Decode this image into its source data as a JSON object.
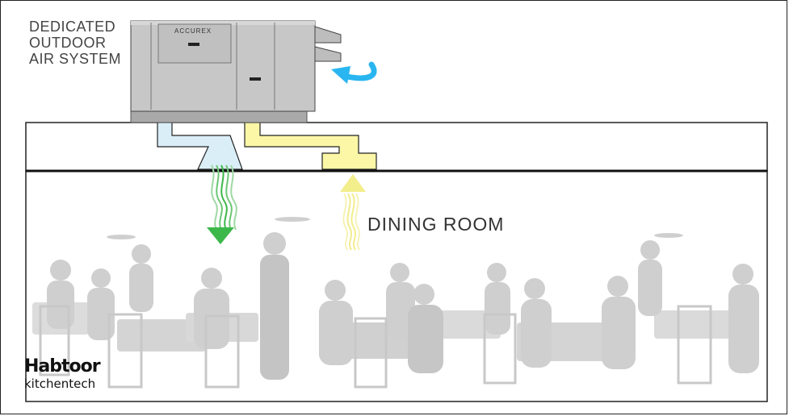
{
  "labels": {
    "title_line1": "DEDICATED",
    "title_line2": "OUTDOOR",
    "title_line3": "AIR SYSTEM",
    "dining_room": "DINING ROOM",
    "unit_brand": "ACCUREX",
    "brand_main": "Habtoor",
    "brand_sub": "kitchentech"
  },
  "colors": {
    "supply_air": "#daeef8",
    "return_air": "#fbf7a6",
    "outdoor_air_arrow": "#29b6f0",
    "supply_arrow": "#3cb84a",
    "return_arrow": "#f3ee8c",
    "people": "#c9c9c9"
  }
}
